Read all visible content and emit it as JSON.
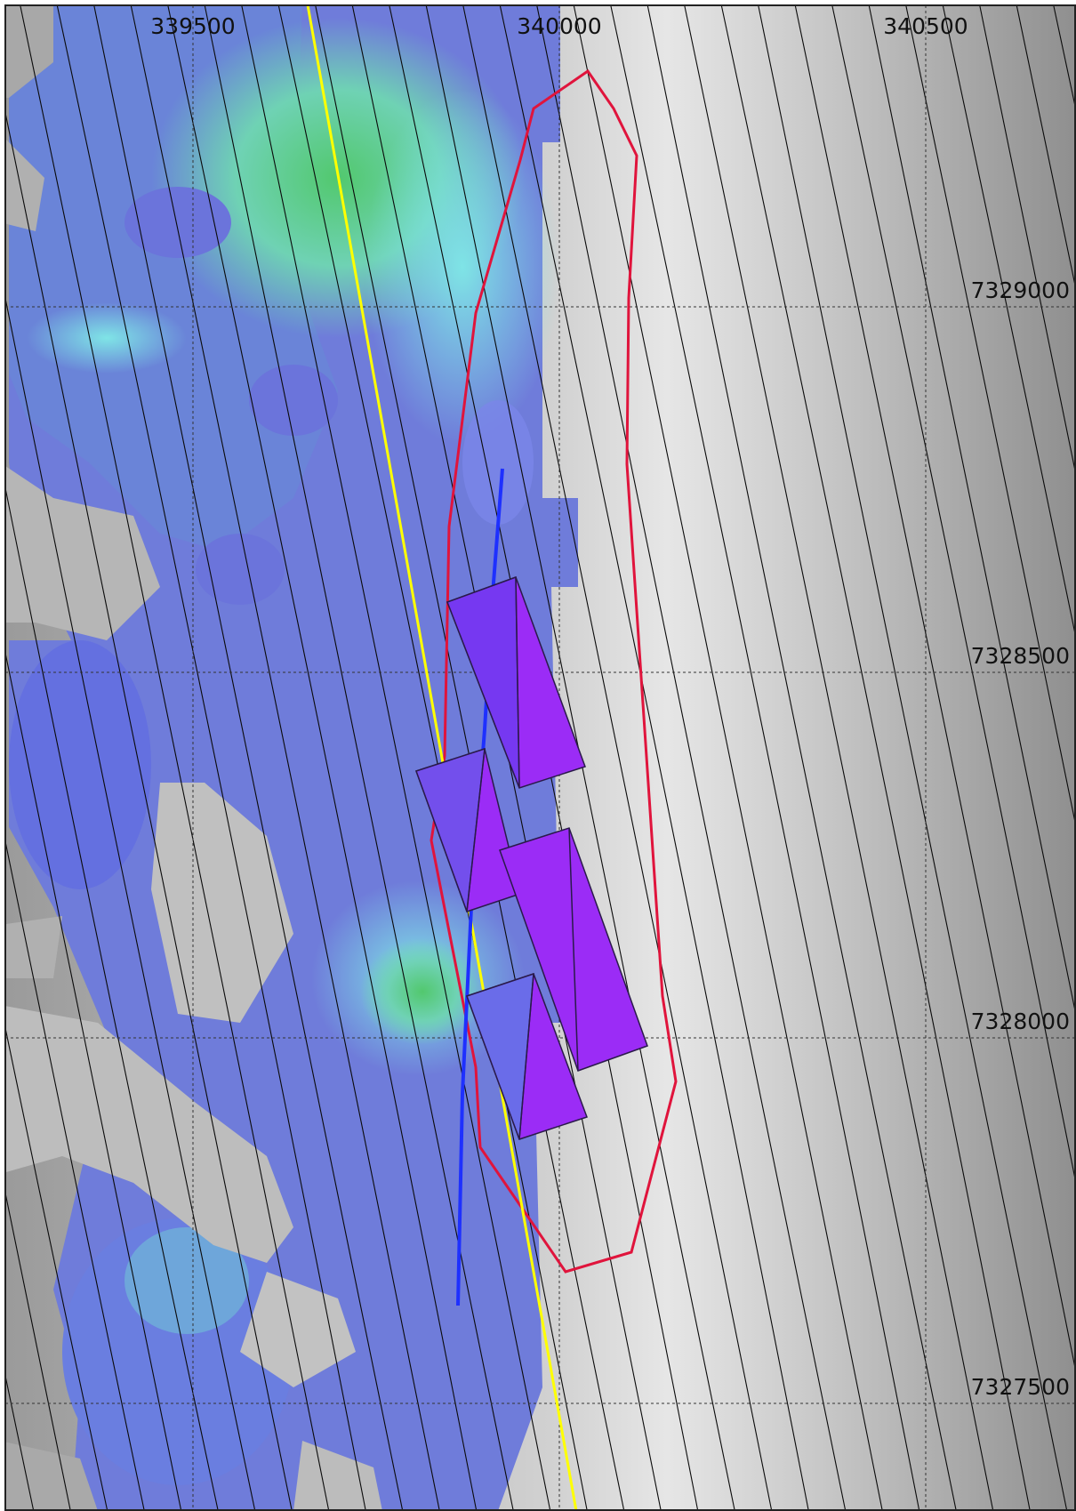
{
  "map": {
    "x_ticks": [
      "339500",
      "340000",
      "340500"
    ],
    "y_ticks": [
      "7329000",
      "7328500",
      "7328000",
      "7327500"
    ],
    "colors": {
      "grid": "#333333",
      "flight_lines": "#0a0a0a",
      "boundary": "#e0143c",
      "profile_line": "#ffff00",
      "drillhole_trace": "#1e30ff",
      "plates": "#9b2cf6",
      "anomaly_low": "#6570dd",
      "anomaly_mid": "#5fb0e0",
      "anomaly_high": "#4fd278",
      "background_shade": "#c8c8c8"
    },
    "layers": [
      "grayscale-shaded-relief",
      "colored-anomaly-raster",
      "flight-lines",
      "coordinate-grid",
      "boundary-outline",
      "profile-line",
      "drillhole-trace",
      "conductor-plates"
    ]
  }
}
